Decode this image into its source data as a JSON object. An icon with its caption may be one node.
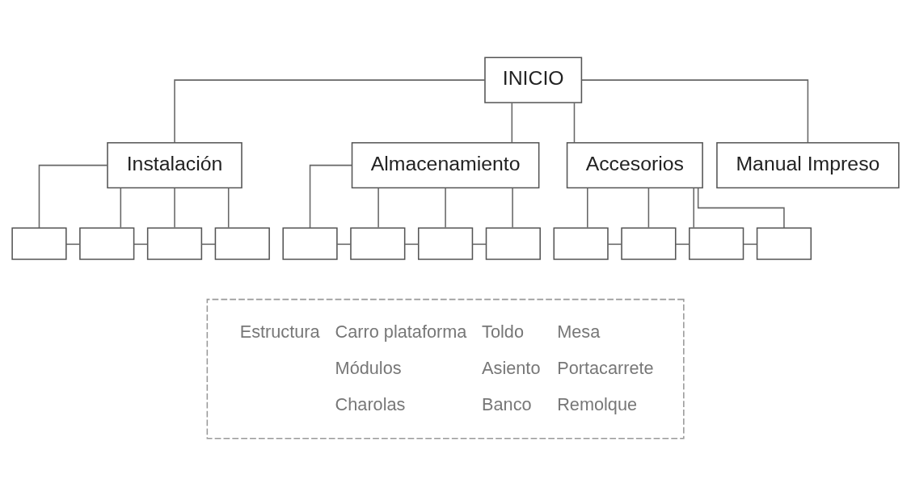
{
  "diagram": {
    "nodes": [
      {
        "text": [
          "INICIO"
        ]
      },
      {
        "text": [
          "Instalación"
        ]
      },
      {
        "text": [
          "Almacenamiento"
        ]
      },
      {
        "text": [
          "Accesorios"
        ]
      },
      {
        "text": [
          "Manual Impreso"
        ]
      },
      {
        "text": [],
        "shape": "box"
      },
      {
        "text": [],
        "shape": "box"
      },
      {
        "text": [],
        "shape": "box"
      },
      {
        "text": [],
        "shape": "box"
      },
      {
        "text": [],
        "shape": "box"
      },
      {
        "text": [],
        "shape": "box"
      },
      {
        "text": [],
        "shape": "box"
      },
      {
        "text": [],
        "shape": "box"
      },
      {
        "text": [],
        "shape": "box"
      },
      {
        "text": [],
        "shape": "box"
      },
      {
        "text": [],
        "shape": "box"
      },
      {
        "text": [],
        "shape": "box"
      },
      {
        "text": [
          "Estructura",
          "Carro plataforma",
          "Toldo",
          "Mesa",
          "Módulos",
          "Asiento",
          "Portacarrete",
          "Charolas",
          "Banco",
          "Remolque"
        ]
      }
    ],
    "edges": [
      {
        "from": 0,
        "to": 1,
        "arrow": "none"
      },
      {
        "from": 0,
        "to": 2,
        "arrow": "none"
      },
      {
        "from": 0,
        "to": 3,
        "arrow": "none"
      },
      {
        "from": 0,
        "to": 4,
        "arrow": "none"
      },
      {
        "from": 1,
        "to": 5,
        "arrow": "none"
      },
      {
        "from": 1,
        "to": 6,
        "arrow": "none"
      },
      {
        "from": 1,
        "to": 7,
        "arrow": "none"
      },
      {
        "from": 1,
        "to": 8,
        "arrow": "none"
      },
      {
        "from": 5,
        "to": 6,
        "arrow": "none"
      },
      {
        "from": 6,
        "to": 7,
        "arrow": "none"
      },
      {
        "from": 7,
        "to": 8,
        "arrow": "none"
      },
      {
        "from": 2,
        "to": 9,
        "arrow": "none"
      },
      {
        "from": 2,
        "to": 10,
        "arrow": "none"
      },
      {
        "from": 2,
        "to": 11,
        "arrow": "none"
      },
      {
        "from": 2,
        "to": 12,
        "arrow": "none"
      },
      {
        "from": 9,
        "to": 10,
        "arrow": "none"
      },
      {
        "from": 10,
        "to": 11,
        "arrow": "none"
      },
      {
        "from": 11,
        "to": 12,
        "arrow": "none"
      },
      {
        "from": 3,
        "to": 13,
        "arrow": "none"
      },
      {
        "from": 3,
        "to": 14,
        "arrow": "none"
      },
      {
        "from": 3,
        "to": 15,
        "arrow": "none"
      },
      {
        "from": 3,
        "to": 16,
        "arrow": "none"
      },
      {
        "from": 13,
        "to": 14,
        "arrow": "none"
      },
      {
        "from": 14,
        "to": 15,
        "arrow": "none"
      },
      {
        "from": 15,
        "to": 16,
        "arrow": "none"
      }
    ]
  }
}
